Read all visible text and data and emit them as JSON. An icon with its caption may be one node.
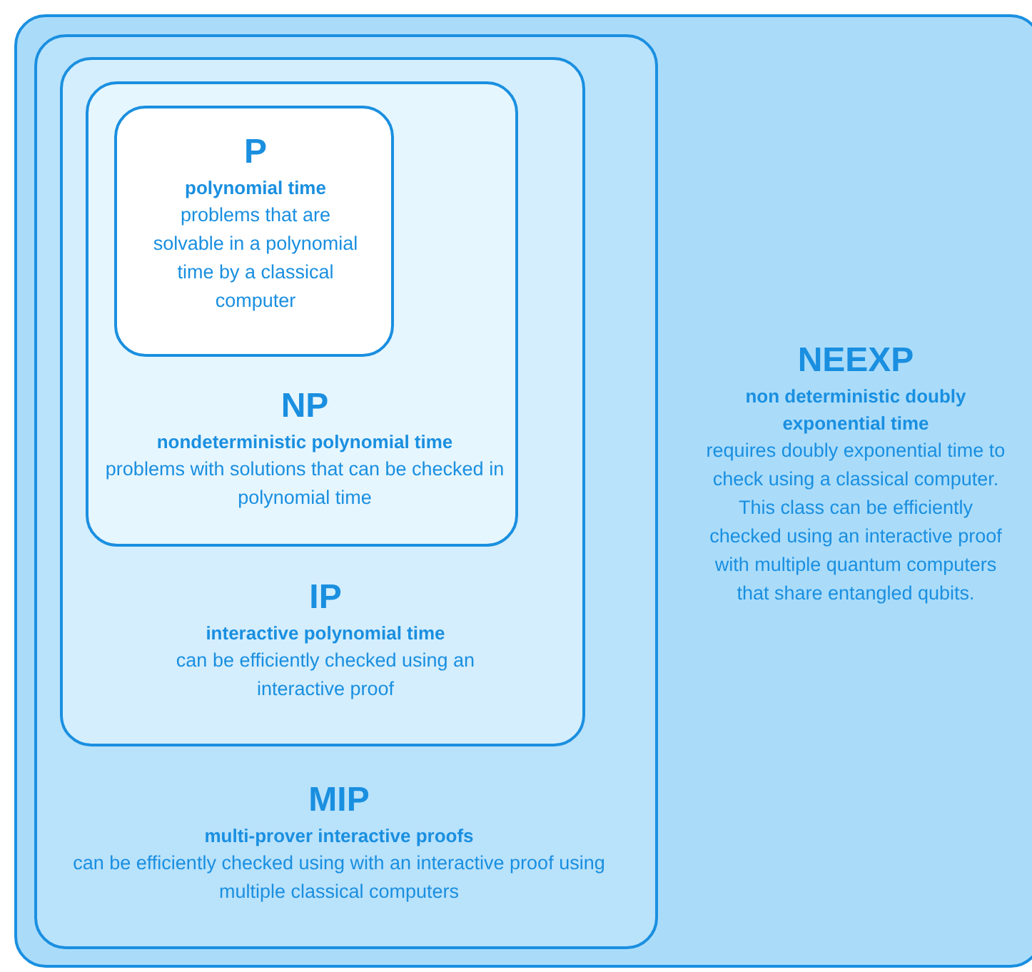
{
  "diagram": {
    "nodes": [
      {
        "text": [
          "NEEXP",
          "non deterministic doubly exponential time",
          "requires doubly exponential time to check using a classical computer. This class can be efficiently checked using an interactive proof with multiple quantum computers that share entangled qubits."
        ]
      },
      {
        "text": [
          "MIP",
          "multi-prover interactive proofs",
          "can be efficiently checked using with an interactive proof using multiple classical computers"
        ],
        "in": 0
      },
      {
        "text": [
          "IP",
          "interactive polynomial time",
          "can be efficiently checked using an interactive proof"
        ],
        "in": 1
      },
      {
        "text": [
          "NP",
          "nondeterministic polynomial time",
          "problems with solutions that can be checked in polynomial time"
        ],
        "in": 2
      },
      {
        "text": [
          "P",
          "polynomial time",
          "problems that are solvable in a polynomial time by a classical computer"
        ],
        "in": 3
      }
    ],
    "edges": []
  }
}
